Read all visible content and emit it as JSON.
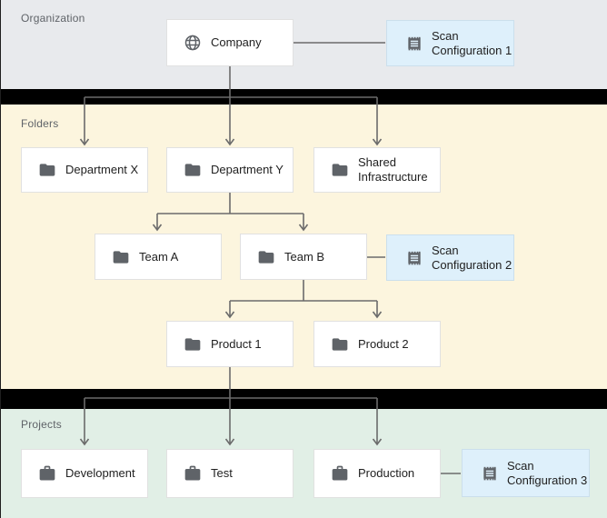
{
  "sections": {
    "organization": {
      "label": "Organization"
    },
    "folders": {
      "label": "Folders"
    },
    "projects": {
      "label": "Projects"
    }
  },
  "nodes": {
    "company": {
      "label": "Company",
      "icon": "globe-icon"
    },
    "scan_configuration_1": {
      "label": "Scan Configuration 1",
      "icon": "receipt-icon"
    },
    "department_x": {
      "label": "Department X",
      "icon": "folder-icon"
    },
    "department_y": {
      "label": "Department Y",
      "icon": "folder-icon"
    },
    "shared_infrastructure": {
      "label": "Shared Infrastructure",
      "icon": "folder-icon"
    },
    "team_a": {
      "label": "Team A",
      "icon": "folder-icon"
    },
    "team_b": {
      "label": "Team B",
      "icon": "folder-icon"
    },
    "scan_configuration_2": {
      "label": "Scan Configuration 2",
      "icon": "receipt-icon"
    },
    "product_1": {
      "label": "Product 1",
      "icon": "folder-icon"
    },
    "product_2": {
      "label": "Product 2",
      "icon": "folder-icon"
    },
    "development": {
      "label": "Development",
      "icon": "briefcase-icon"
    },
    "test": {
      "label": "Test",
      "icon": "briefcase-icon"
    },
    "production": {
      "label": "Production",
      "icon": "briefcase-icon"
    },
    "scan_configuration_3": {
      "label": "Scan Configuration 3",
      "icon": "receipt-icon"
    }
  },
  "edges": [
    {
      "from": "company",
      "to": "department_x"
    },
    {
      "from": "company",
      "to": "department_y"
    },
    {
      "from": "company",
      "to": "shared_infrastructure"
    },
    {
      "from": "company",
      "to": "scan_configuration_1"
    },
    {
      "from": "department_y",
      "to": "team_a"
    },
    {
      "from": "department_y",
      "to": "team_b"
    },
    {
      "from": "team_b",
      "to": "scan_configuration_2"
    },
    {
      "from": "team_b",
      "to": "product_1"
    },
    {
      "from": "team_b",
      "to": "product_2"
    },
    {
      "from": "product_1",
      "to": "development"
    },
    {
      "from": "product_1",
      "to": "test"
    },
    {
      "from": "product_1",
      "to": "production"
    },
    {
      "from": "production",
      "to": "scan_configuration_3"
    }
  ],
  "colors": {
    "organization_bg": "#e8eaed",
    "folders_bg": "#fcf5de",
    "projects_bg": "#e1efe6",
    "section_bar": "#000000",
    "node_bg": "#ffffff",
    "node_border": "#e1e1e1",
    "scan_node_bg": "#def0fb",
    "scan_node_border": "#cbdfec",
    "connector": "#6b6b6b",
    "icon": "#5f6368",
    "label_text": "#212121",
    "section_label_text": "#5f6368"
  }
}
